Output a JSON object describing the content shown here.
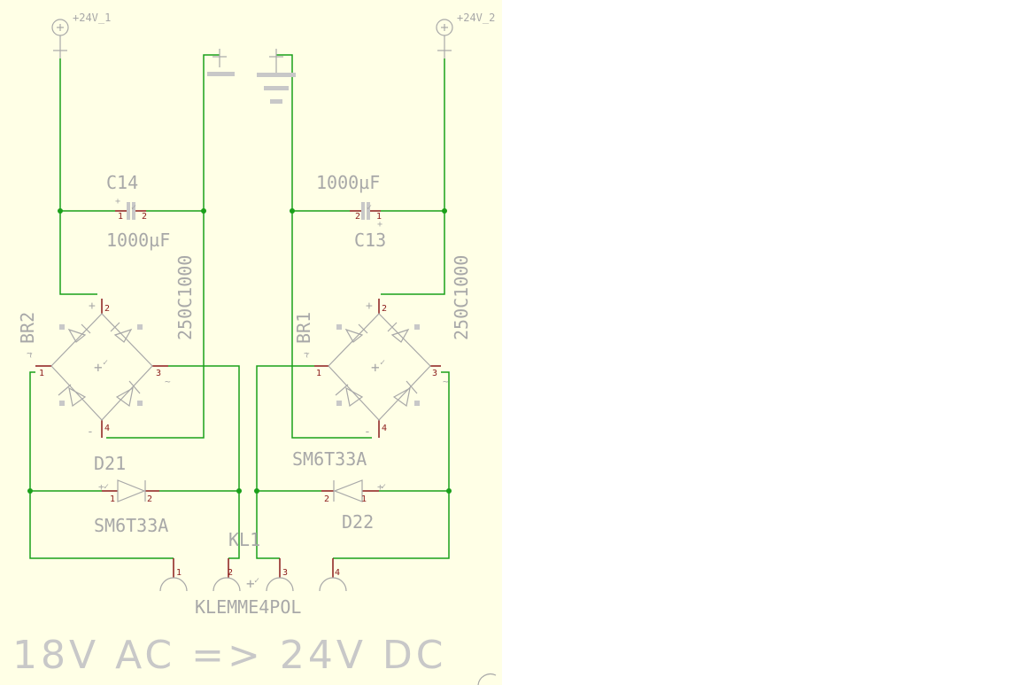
{
  "supplies": {
    "left": "+24V_1",
    "right": "+24V_2"
  },
  "capacitors": {
    "c14": {
      "name": "C14",
      "value": "1000µF",
      "pin1": "1",
      "pin2": "2"
    },
    "c13": {
      "name": "C13",
      "value": "1000µF",
      "pin1": "1",
      "pin2": "2"
    }
  },
  "bridges": {
    "br2": {
      "name": "BR2",
      "value": "250C1000",
      "tilde": "~"
    },
    "br1": {
      "name": "BR1",
      "value": "250C1000",
      "tilde": "~"
    },
    "pins": {
      "p1": "1",
      "p2": "2",
      "p3": "3",
      "p4": "4"
    }
  },
  "diodes": {
    "d21": {
      "name": "D21",
      "value": "SM6T33A",
      "pin1": "1",
      "pin2": "2"
    },
    "d22": {
      "name": "D22",
      "value": "SM6T33A",
      "pin1": "1",
      "pin2": "2"
    }
  },
  "connector": {
    "name": "KL1",
    "value": "KLEMME4POL",
    "pins": [
      "1",
      "2",
      "3",
      "4"
    ]
  },
  "title_text": "18V AC => 24V DC",
  "colors": {
    "background": "#ffffe6",
    "wire": "#1aa01a",
    "symbol": "#a8a8a8",
    "pin": "#8b1a1a"
  }
}
